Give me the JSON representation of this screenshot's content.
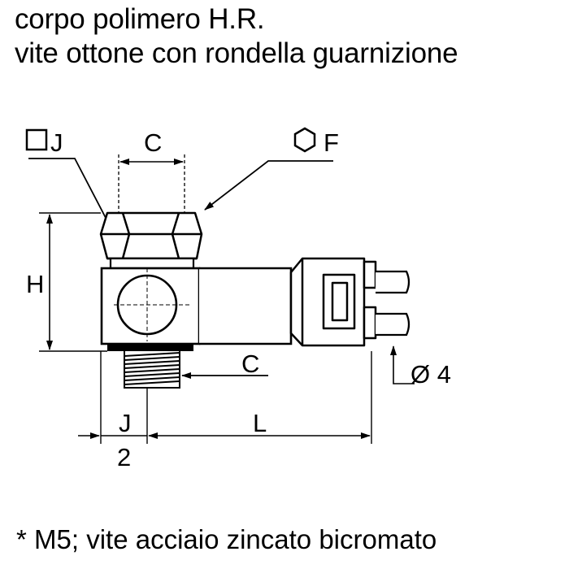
{
  "header": {
    "line1": "corpo polimero H.R.",
    "line2": "vite ottone con rondella guarnizione"
  },
  "footer": {
    "note": "* M5; vite acciaio zincato bicromato"
  },
  "dimensions": {
    "J_top": "J",
    "C_top": "C",
    "F": "F",
    "H": "H",
    "C_thread": "C",
    "diameter": "Ø 4",
    "J_bottom": "J",
    "L": "L",
    "two": "2"
  },
  "icons": {
    "square": "square-icon",
    "hexagon": "hexagon-icon"
  }
}
